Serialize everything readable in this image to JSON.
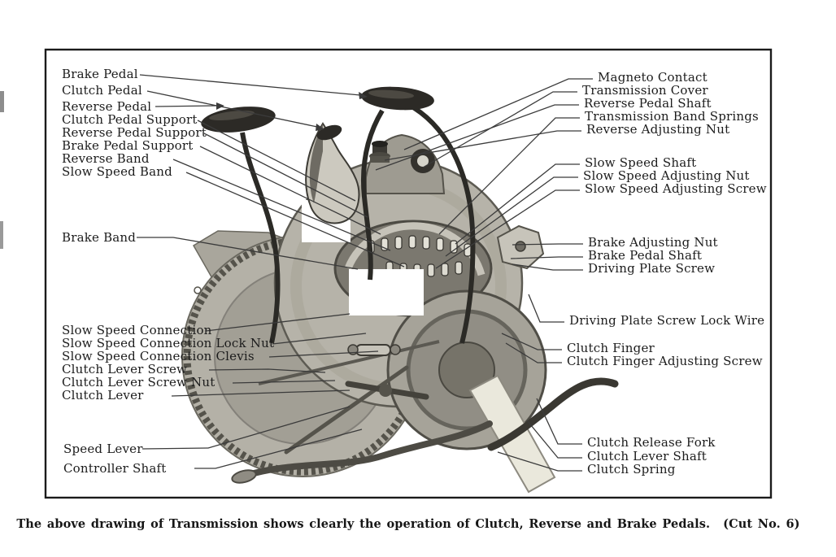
{
  "page": {
    "caption": "The above drawing of Transmission shows clearly the operation of Clutch, Reverse and Brake Pedals.",
    "cut_number": "(Cut No. 6)"
  },
  "diagram": {
    "subject": "Ford Model T transmission cutaway drawing with pedal, band and clutch part callouts",
    "labels_left": [
      "Brake Pedal",
      "Clutch Pedal",
      "Reverse Pedal",
      "Clutch Pedal Support",
      "Reverse Pedal Support",
      "Brake Pedal Support",
      "Reverse Band",
      "Slow Speed Band",
      "Brake Band",
      "Slow Speed Connection",
      "Slow Speed Connection Lock Nut",
      "Slow Speed Connection Clevis",
      "Clutch Lever Screw",
      "Clutch Lever Screw Nut",
      "Clutch Lever",
      "Speed Lever",
      "Controller Shaft"
    ],
    "labels_right": [
      "Magneto Contact",
      "Transmission Cover",
      "Reverse Pedal Shaft",
      "Transmission Band Springs",
      "Reverse Adjusting Nut",
      "Slow Speed Shaft",
      "Slow Speed Adjusting Nut",
      "Slow Speed Adjusting Screw",
      "Brake Adjusting Nut",
      "Brake Pedal Shaft",
      "Driving Plate Screw",
      "Driving Plate Screw Lock Wire",
      "Clutch Finger",
      "Clutch Finger Adjusting Screw",
      "Clutch Release Fork",
      "Clutch Lever Shaft",
      "Clutch Spring"
    ],
    "colors": {
      "ink": "#1c1c1c",
      "leader_line": "#3b3b3b",
      "metal_light": "#c7c4ba",
      "metal_mid": "#b6b3a9",
      "metal_dark": "#57544c",
      "grip_dark": "#2c2a26",
      "paper": "#ffffff"
    }
  }
}
